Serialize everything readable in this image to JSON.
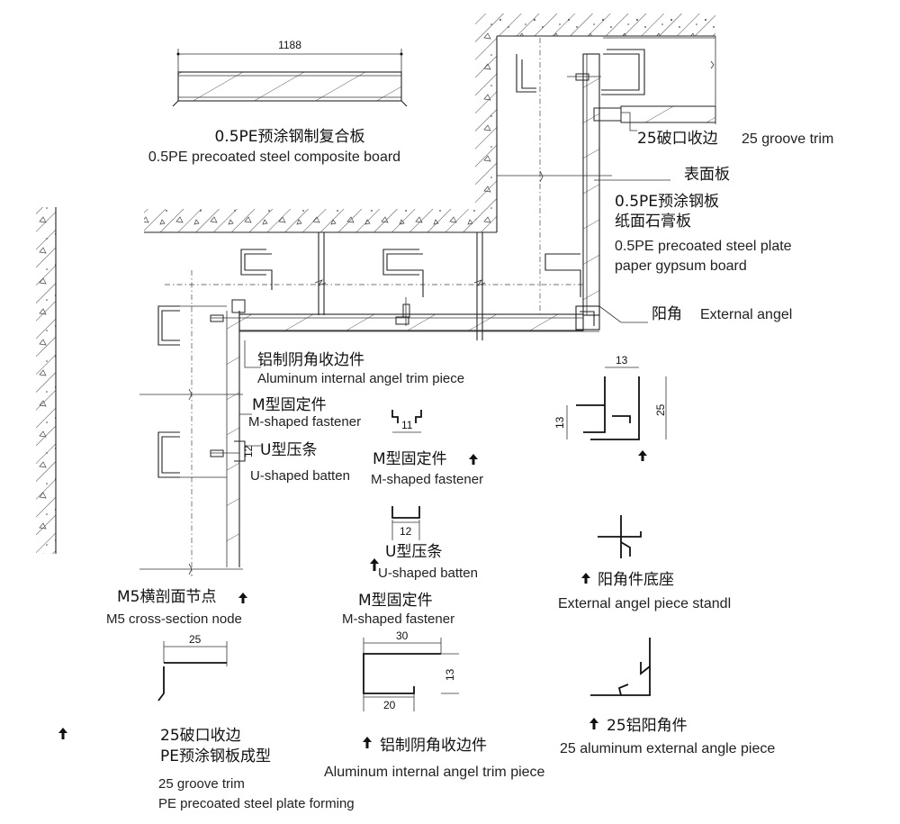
{
  "labels": {
    "composite_board_zh": "0.5PE预涂钢制复合板",
    "composite_board_en": "0.5PE precoated steel composite board",
    "dim_1188": "1188",
    "groove_trim_top_zh": "25破口收边",
    "groove_trim_top_en": "25 groove trim",
    "surface_board_zh": "表面板",
    "steel_plate_zh": "0.5PE预涂钢板",
    "gypsum_zh": "纸面石膏板",
    "steel_plate_en": "0.5PE precoated steel plate",
    "gypsum_en": "paper gypsum board",
    "external_angle_zh": "阳角",
    "external_angle_en": "External angel",
    "internal_trim_zh": "铝制阴角收边件",
    "internal_trim_en": "Aluminum internal angel trim piece",
    "m_fastener_zh": "M型固定件",
    "m_fastener_en": "M-shaped fastener",
    "u_batten_zh": "U型压条",
    "u_batten_en": "U-shaped batten",
    "dim_12_main": "12",
    "m_fastener2_zh": "M型固定件",
    "m_fastener2_en": "M-shaped fastener",
    "dim_11": "11",
    "dim_12": "12",
    "u_batten2_zh": "U型压条",
    "u_batten2_en": "U-shaped batten",
    "m_fastener3_zh": "M型固定件",
    "m_fastener3_en": "M-shaped fastener",
    "dim_13_top": "13",
    "dim_13_left": "13",
    "dim_25_right": "25",
    "ext_base_zh": "阳角件底座",
    "ext_base_en": "External angel piece standl",
    "node_zh": "M5横剖面节点",
    "node_en": "M5 cross-section node",
    "dim_25_trim": "25",
    "dim_30": "30",
    "dim_13_channel": "13",
    "dim_20": "20",
    "groove_trim_zh": "25破口收边",
    "pe_forming_zh": "PE预涂钢板成型",
    "groove_trim_en": "25 groove trim",
    "pe_forming_en": "PE precoated steel plate forming",
    "internal_trim2_zh": "铝制阴角收边件",
    "internal_trim2_en": "Aluminum internal angel trim piece",
    "alu_angle_zh": "25铝阳角件",
    "alu_angle_en": "25 aluminum external angle piece"
  },
  "icons": [
    "up-arrow-icon"
  ]
}
